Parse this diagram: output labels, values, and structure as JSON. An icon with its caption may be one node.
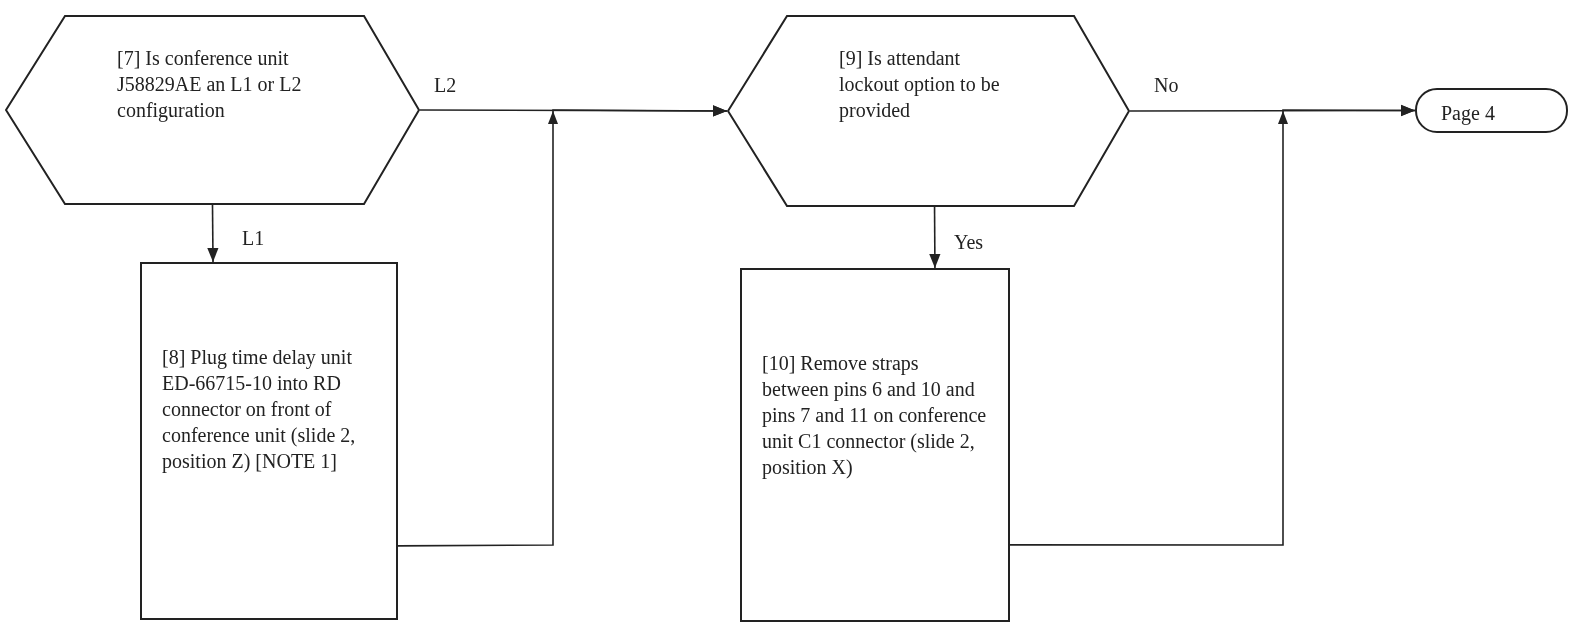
{
  "diagram": {
    "nodes": [
      {
        "text": [
          "[7] Is conference unit J58829AE an L1 or L2 configuration"
        ]
      },
      {
        "text": [
          "[8] Plug time delay unit ED-66715-10 into RD connector on front of conference unit (slide 2, position Z) [NOTE 1]"
        ]
      },
      {
        "text": [
          "[9] Is attendant lockout option to be provided"
        ]
      },
      {
        "text": [
          "[10] Remove straps between pins 6 and 10 and pins 7 and 11 on conference unit C1 connector (slide 2, position X)"
        ]
      },
      {
        "text": [
          "Page 4"
        ]
      }
    ],
    "edges": [
      {
        "from": 0,
        "to": 1,
        "arrow": "to",
        "label": "L1"
      },
      {
        "from": 0,
        "to": 2,
        "arrow": "to",
        "label": "L2"
      },
      {
        "from": 1,
        "to": 2,
        "arrow": "to"
      },
      {
        "from": 2,
        "to": 3,
        "arrow": "to",
        "label": "Yes"
      },
      {
        "from": 2,
        "to": 4,
        "arrow": "to",
        "label": "No"
      },
      {
        "from": 3,
        "to": 4,
        "arrow": "to"
      }
    ]
  }
}
